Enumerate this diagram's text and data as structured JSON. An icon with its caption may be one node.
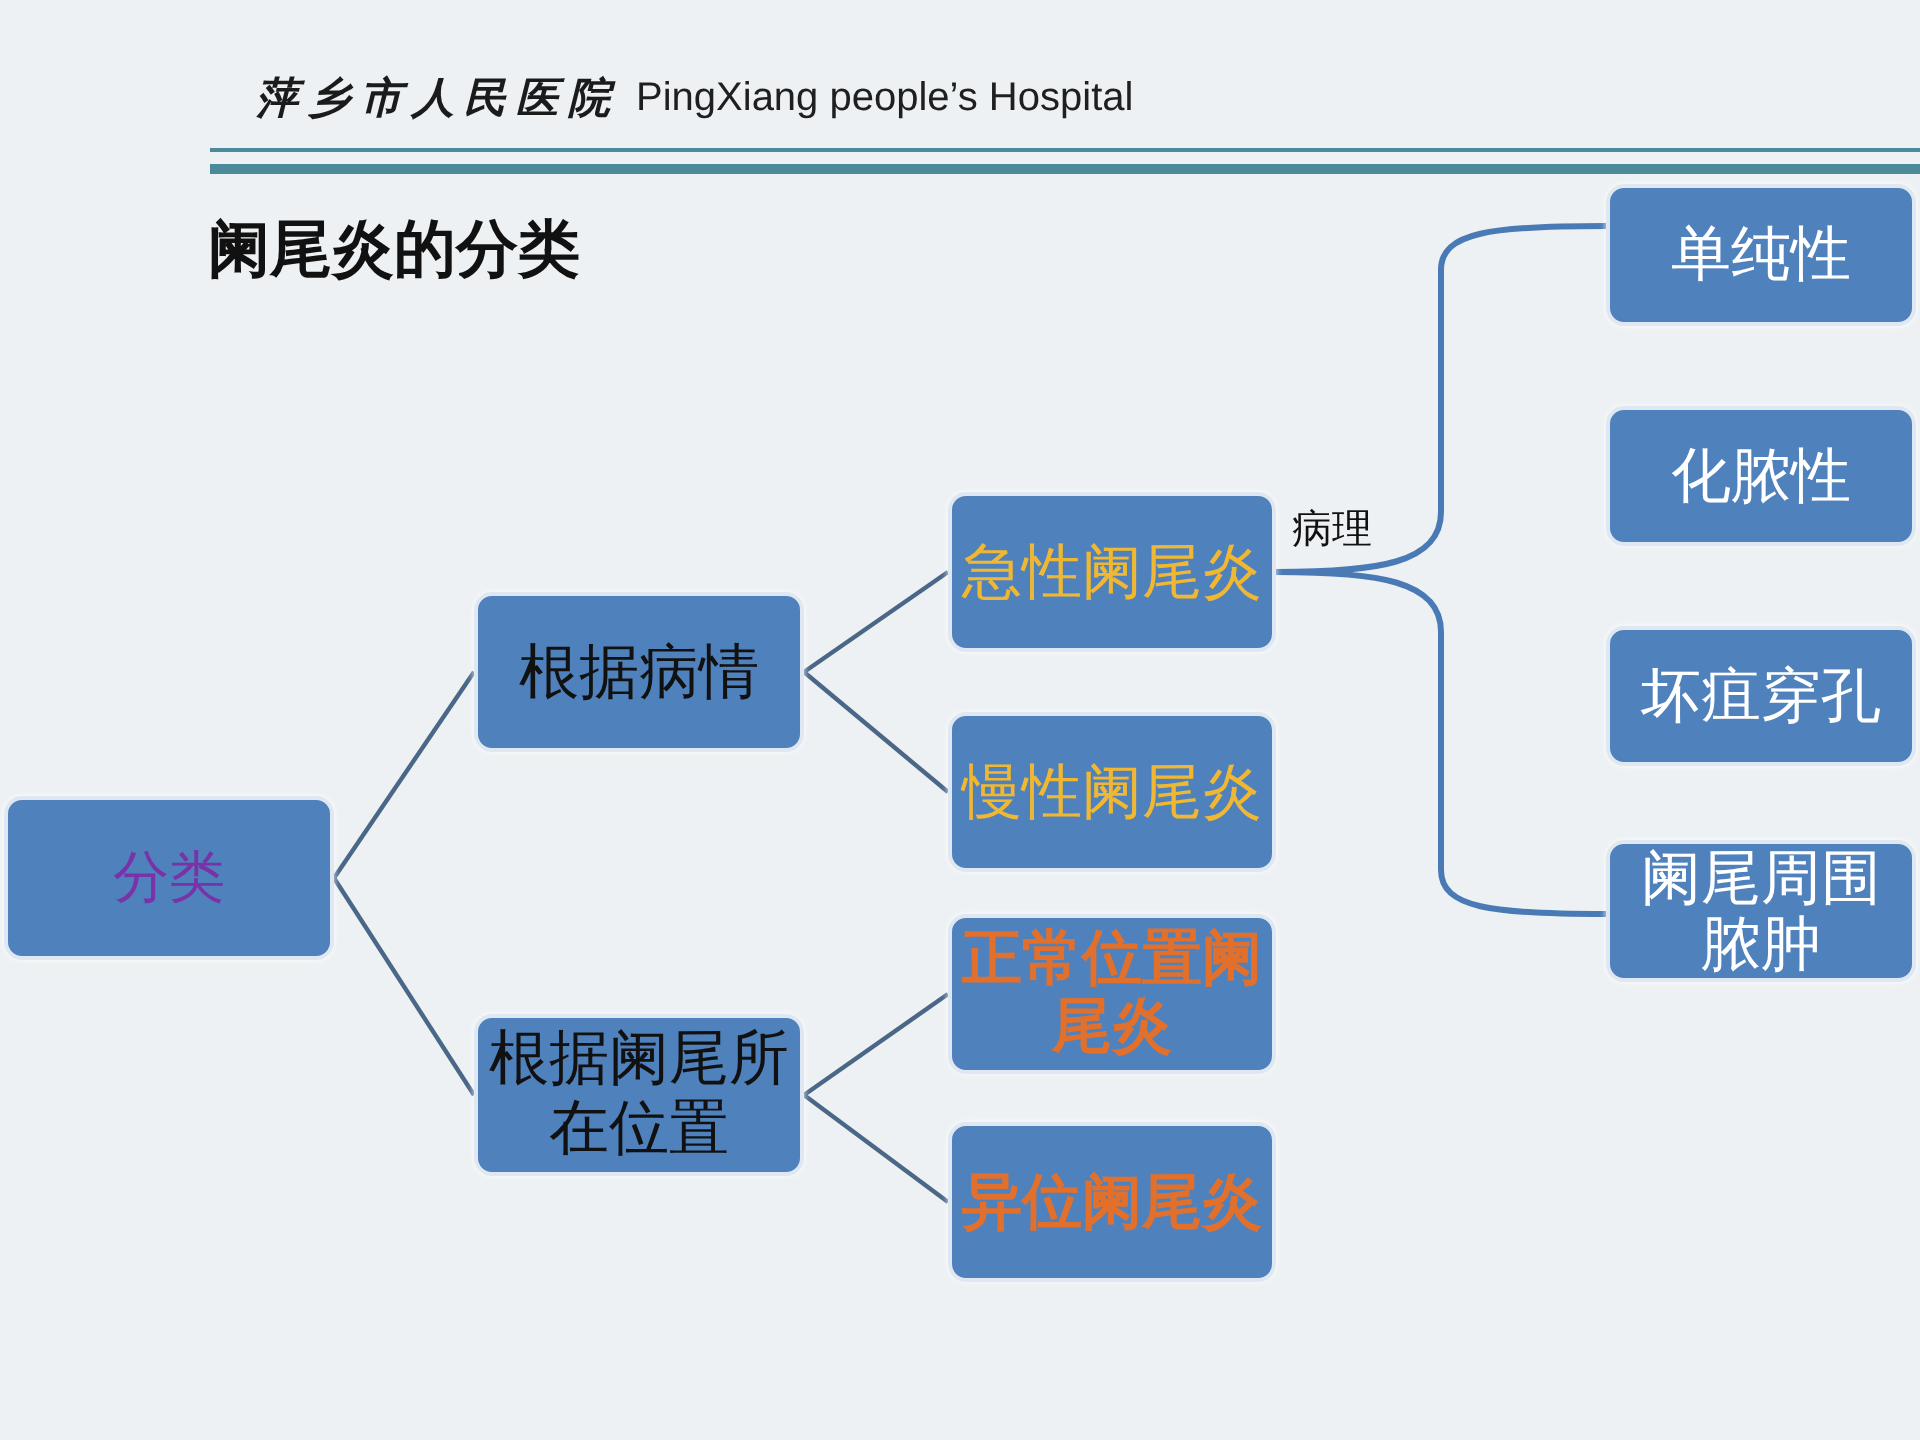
{
  "diagram": {
    "title": "阑尾炎的分类",
    "nodes": [
      {
        "text": [
          "分类"
        ]
      },
      {
        "text": [
          "根据病情"
        ]
      },
      {
        "text": [
          "根据阑尾所在位置"
        ]
      },
      {
        "text": [
          "急性阑尾炎"
        ]
      },
      {
        "text": [
          "慢性阑尾炎"
        ]
      },
      {
        "text": [
          "正常位置阑尾炎"
        ]
      },
      {
        "text": [
          "异位阑尾炎"
        ]
      },
      {
        "text": [
          "单纯性"
        ]
      },
      {
        "text": [
          "化脓性"
        ]
      },
      {
        "text": [
          "坏疽穿孔"
        ]
      },
      {
        "text": [
          "阑尾周围脓肿"
        ]
      }
    ],
    "edges": [
      {
        "from": 0,
        "to": 1,
        "arrow": "none"
      },
      {
        "from": 0,
        "to": 2,
        "arrow": "none"
      },
      {
        "from": 1,
        "to": 3,
        "arrow": "none"
      },
      {
        "from": 1,
        "to": 4,
        "arrow": "none"
      },
      {
        "from": 2,
        "to": 5,
        "arrow": "none"
      },
      {
        "from": 2,
        "to": 6,
        "arrow": "none"
      },
      {
        "from": 3,
        "to": 7,
        "arrow": "none",
        "label": "病理",
        "color": "#4a7ab5"
      },
      {
        "from": 3,
        "to": 10,
        "arrow": "none",
        "color": "#4a7ab5"
      }
    ],
    "labels": [
      "萍乡市人民医院",
      "PingXiang people’s Hospital"
    ]
  }
}
